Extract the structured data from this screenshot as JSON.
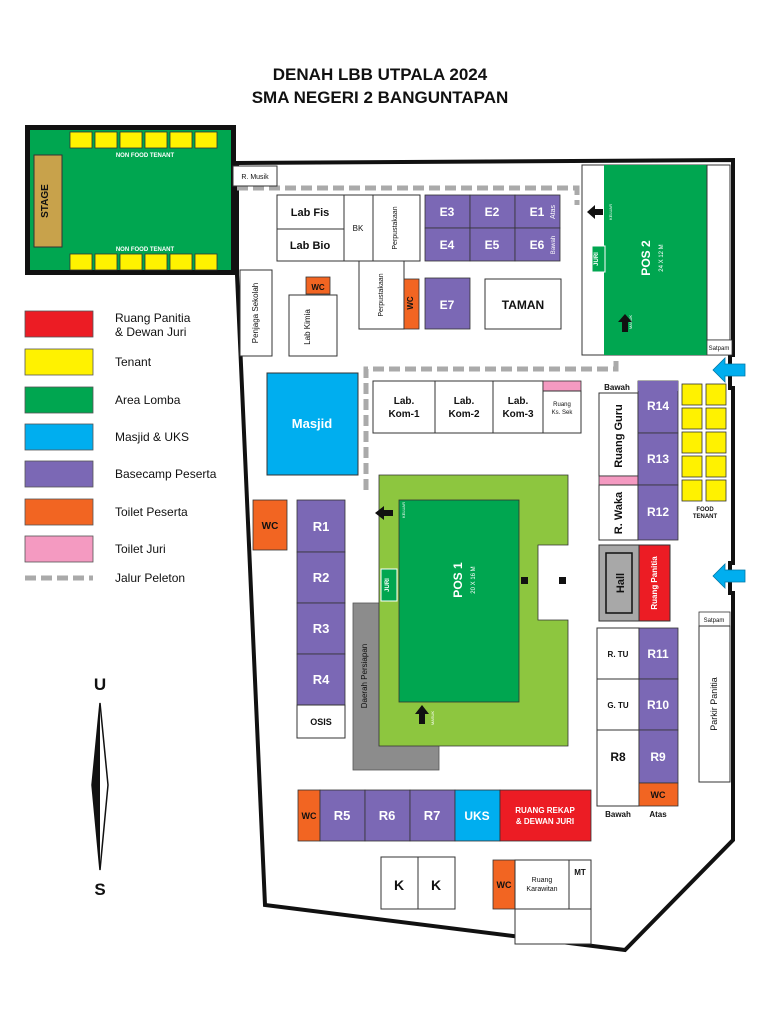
{
  "title": {
    "line1": "DENAH LBB UTPALA 2024",
    "line2": "SMA NEGERI 2 BANGUNTAPAN"
  },
  "colors": {
    "panitia": "#ec1c24",
    "tenant": "#fff200",
    "lomba": "#00a650",
    "masjid": "#00aeef",
    "basecamp": "#7b68b5",
    "toilet_peserta": "#f26522",
    "toilet_juri": "#f49ac1",
    "peleton": "#aaaaaa",
    "pos1_field": "#8dc63f",
    "persiapan": "#8c8c8c",
    "hall_box": "#a8a8a8"
  },
  "legend": [
    {
      "key": "panitia",
      "line1": "Ruang Panitia",
      "line2": "& Dewan Juri"
    },
    {
      "key": "tenant",
      "line1": "Tenant",
      "line2": ""
    },
    {
      "key": "lomba",
      "line1": "Area Lomba",
      "line2": ""
    },
    {
      "key": "masjid",
      "line1": "Masjid & UKS",
      "line2": ""
    },
    {
      "key": "basecamp",
      "line1": "Basecamp Peserta",
      "line2": ""
    },
    {
      "key": "toilet_peserta",
      "line1": "Toilet Peserta",
      "line2": ""
    },
    {
      "key": "toilet_juri",
      "line1": "Toilet Juri",
      "line2": ""
    },
    {
      "key": "peleton",
      "line1": "Jalur Peleton",
      "line2": ""
    }
  ],
  "compass": {
    "north": "U",
    "south": "S"
  },
  "stage_area": {
    "stage": "STAGE",
    "tenant_top": "NON FOOD TENANT",
    "tenant_bottom": "NON FOOD TENANT"
  },
  "labels": {
    "r_musik": "R. Musik",
    "lab_fis": "Lab Fis",
    "lab_bio": "Lab Bio",
    "bk": "BK",
    "perpus": "Perpustakaan",
    "e1": "E1",
    "e2": "E2",
    "e3": "E3",
    "e4": "E4",
    "e5": "E5",
    "e6": "E6",
    "e7": "E7",
    "atas": "Atas",
    "bawah": "Bawah",
    "penjaga": "Penjaga Sekolah",
    "lab_kimia": "Lab Kimia",
    "wc": "WC",
    "taman": "TAMAN",
    "pos2": "POS 2",
    "pos2_size": "24 X 12 M",
    "juri": "JURI",
    "keluar": "KELUAR",
    "masuk": "MASUK",
    "satpam": "Satpam",
    "masjid": "Masjid",
    "lab_kom1_a": "Lab.",
    "lab_kom1_b": "Kom-1",
    "lab_kom2_a": "Lab.",
    "lab_kom2_b": "Kom-2",
    "lab_kom3_a": "Lab.",
    "lab_kom3_b": "Kom-3",
    "ruang_ks_a": "Ruang",
    "ruang_ks_b": "Ks. Sek",
    "ruang_guru": "Ruang Guru",
    "r_waka": "R. Waka",
    "r14": "R14",
    "r13": "R13",
    "r12": "R12",
    "r11": "R11",
    "r10": "R10",
    "r9": "R9",
    "r8": "R8",
    "food_tenant_a": "FOOD",
    "food_tenant_b": "TENANT",
    "r1": "R1",
    "r2": "R2",
    "r3": "R3",
    "r4": "R4",
    "r5": "R5",
    "r6": "R6",
    "r7": "R7",
    "osis": "OSIS",
    "daerah_persiapan": "Daerah Persiapan",
    "pos1": "POS 1",
    "pos1_size": "20 X 16 M",
    "hall": "Hall",
    "ruang_panitia": "Ruang Panitia",
    "r_tu": "R. TU",
    "g_tu": "G. TU",
    "parkir": "Parkir Panitia",
    "uks": "UKS",
    "ruang_rekap_a": "RUANG REKAP",
    "ruang_rekap_b": "& DEWAN JURI",
    "k1": "K",
    "k2": "K",
    "ruang_karawitan_a": "Ruang",
    "ruang_karawitan_b": "Karawitan",
    "mt": "MT"
  }
}
